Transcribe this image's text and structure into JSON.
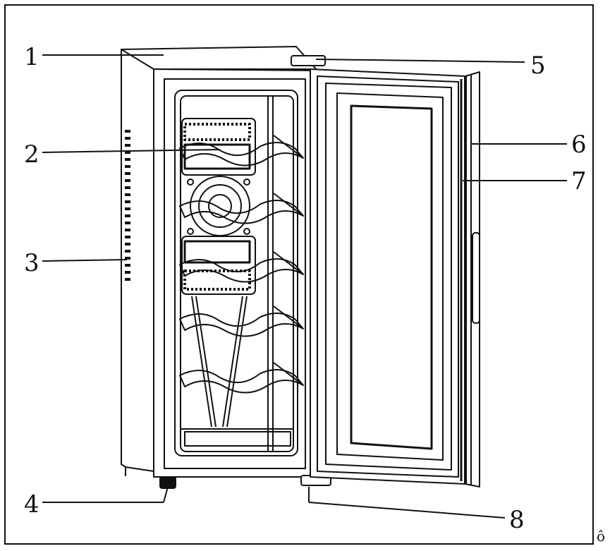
{
  "callouts": [
    {
      "id": "1",
      "label": "1"
    },
    {
      "id": "2",
      "label": "2"
    },
    {
      "id": "3",
      "label": "3"
    },
    {
      "id": "4",
      "label": "4"
    },
    {
      "id": "5",
      "label": "5"
    },
    {
      "id": "6",
      "label": "6"
    },
    {
      "id": "7",
      "label": "7"
    },
    {
      "id": "8",
      "label": "8"
    }
  ],
  "stray_glyph": "ô",
  "colors": {
    "line": "#111111",
    "background": "#ffffff",
    "glass": "#ffffff"
  }
}
